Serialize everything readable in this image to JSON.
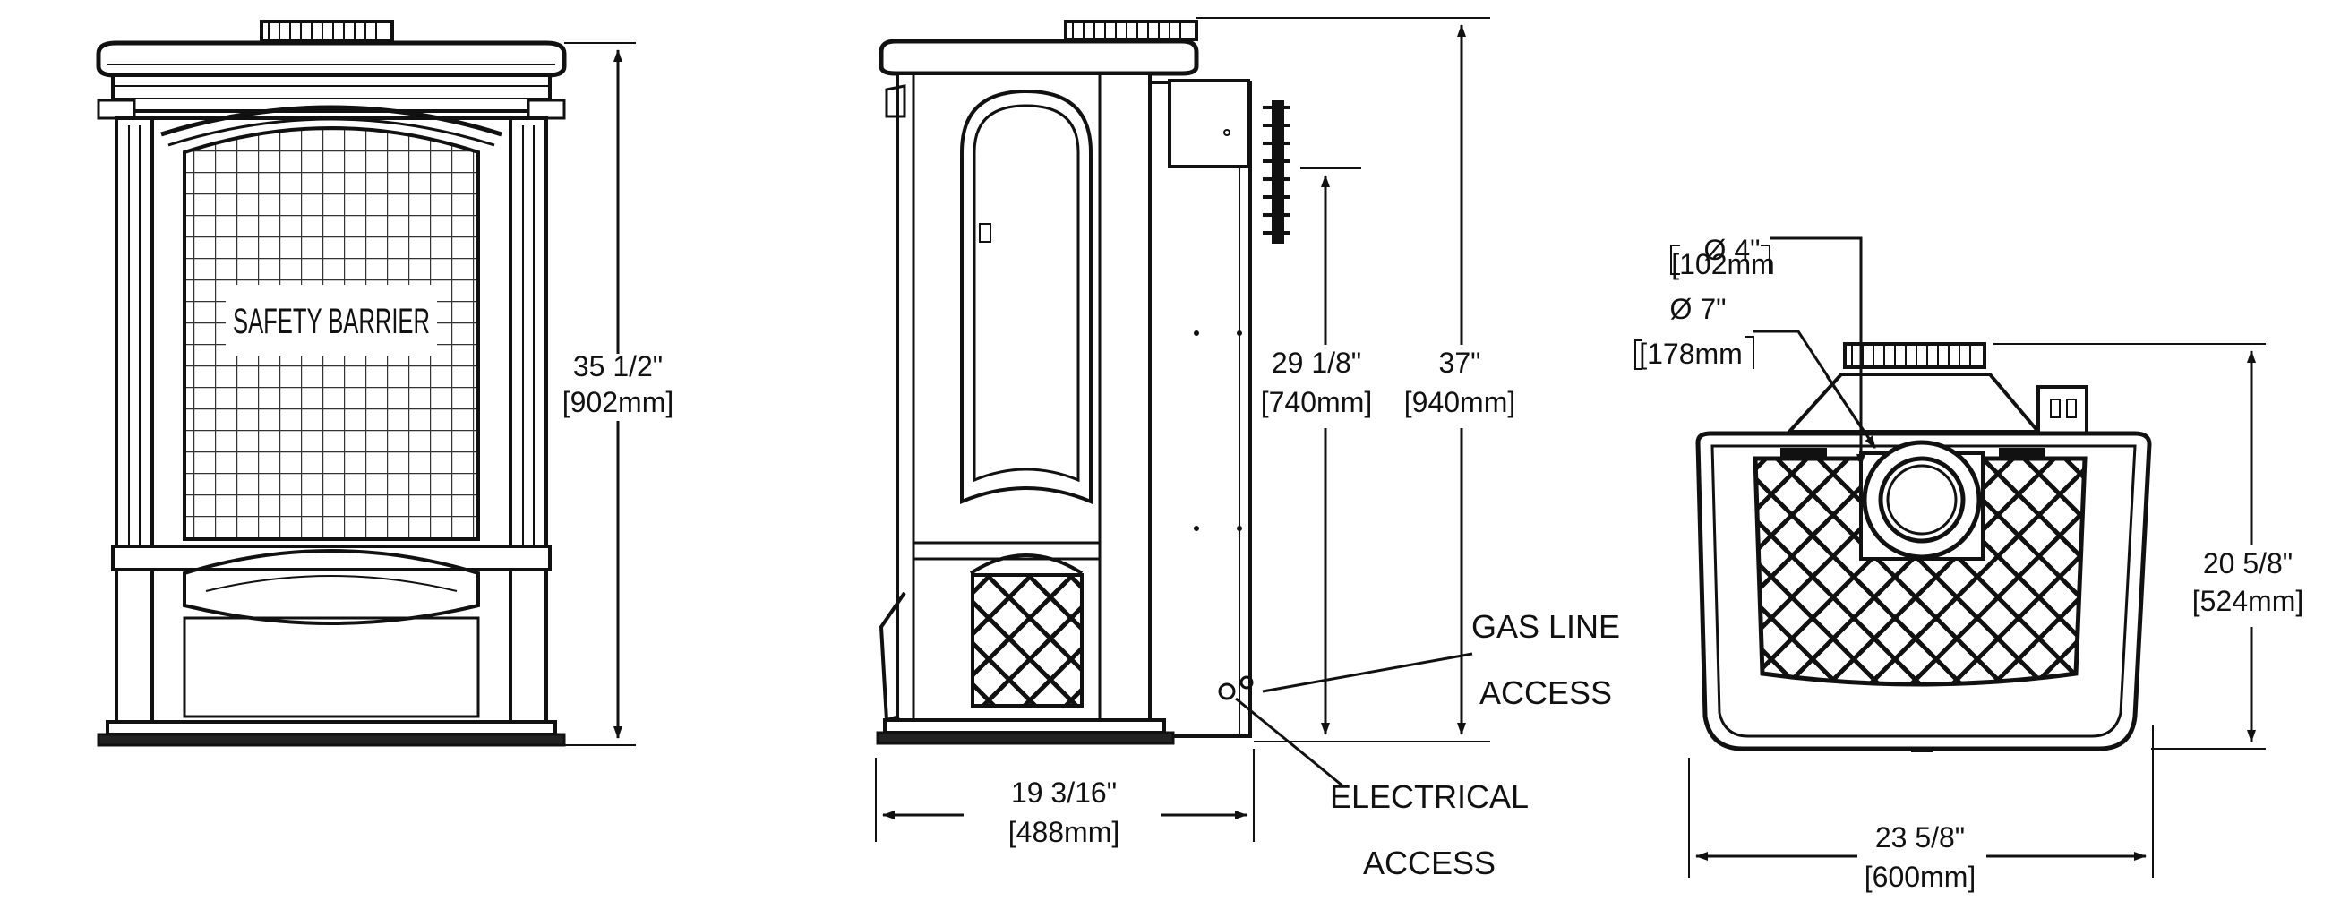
{
  "front_view": {
    "panel_label": "SAFETY BARRIER",
    "height_in": "35 1/2\"",
    "height_mm": "[902mm]"
  },
  "side_view": {
    "window_height_in": "29 1/8\"",
    "window_height_mm": "[740mm]",
    "total_height_in": "37\"",
    "total_height_mm": "[940mm]",
    "depth_in": "19 3/16\"",
    "depth_mm": "[488mm]",
    "gas_line_1": "GAS LINE",
    "gas_line_2": "ACCESS",
    "electrical_1": "ELECTRICAL",
    "electrical_2": "ACCESS"
  },
  "top_view": {
    "inner_pipe_in": "Ø   4\"",
    "inner_pipe_mm": "[102mm",
    "outer_pipe_in": "Ø   7\"",
    "outer_pipe_mm": "[178mm",
    "depth_in": "20 5/8\"",
    "depth_mm": "[524mm]",
    "width_in": "23 5/8\"",
    "width_mm": "[600mm]"
  }
}
